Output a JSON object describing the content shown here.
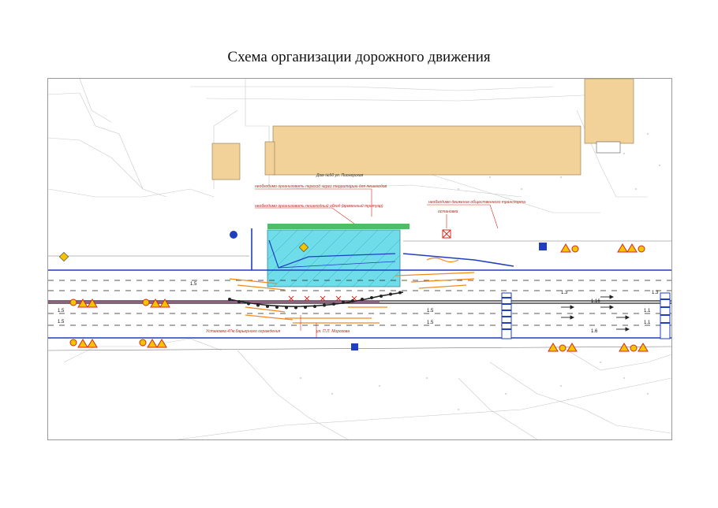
{
  "title": "Схема организации дорожного движения",
  "plan": {
    "building_label": "Дом №50 ул. Пионерская",
    "notes": {
      "crossing": "необходимо организовать переход через территорию для пешеходов",
      "sidewalk": "необходимо организовать пешеходный обход (временный тротуар)",
      "transit": "необходимо движение общественного транспорта",
      "stop": "остановка",
      "barrier": "Установка 47м барьерного ограждения",
      "street": "ул. П.Л. Морозова"
    },
    "lane_labels": [
      "1.5",
      "1.5",
      "1.5",
      "1.5",
      "1.5",
      "1.1",
      "1.1",
      "1.3",
      "1.3",
      "1.16",
      "1.6"
    ],
    "colors": {
      "road_line": "#1f3fbf",
      "work_zone": "#56d8e6",
      "green_strip": "#2fb34a",
      "building": "#f2d299",
      "sign_red": "#d42a1e",
      "sign_yellow": "#f5c400",
      "barrier": "#222222",
      "detour": "#f08a1c"
    }
  }
}
